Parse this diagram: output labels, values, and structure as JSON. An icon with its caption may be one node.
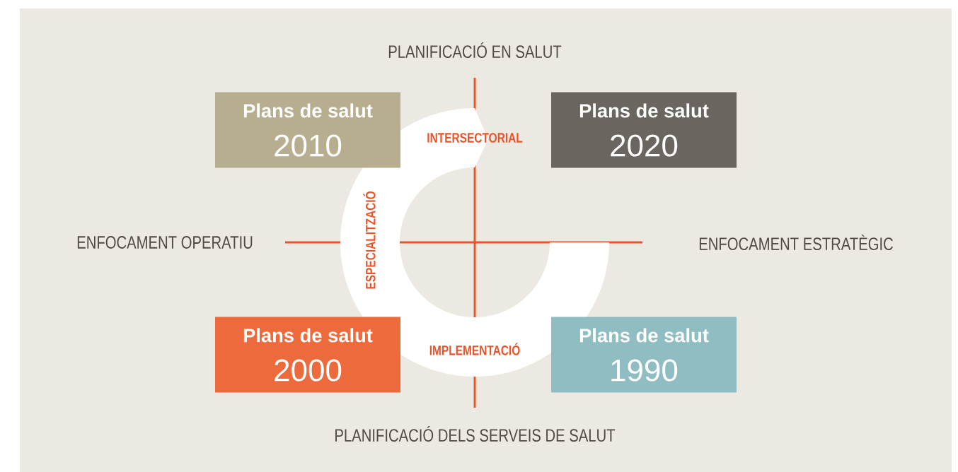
{
  "diagram": {
    "nodes": [
      {
        "text": [
          "Plans de salut",
          "2010"
        ]
      },
      {
        "text": [
          "Plans de salut",
          "2020"
        ]
      },
      {
        "text": [
          "Plans de salut",
          "2000"
        ]
      },
      {
        "text": [
          "Plans de salut",
          "1990"
        ]
      }
    ],
    "labels": [
      "PLANIFICACIÓ EN SALUT",
      "INTERSECTORIAL",
      "ENFOCAMENT OPERATIU",
      "ESPECIALITZACIÓ",
      "ENFOCAMENT ESTRATÈGIC",
      "IMPLEMENTACIÓ",
      "PLANIFICACIÓ DELS SERVEIS DE SALUT"
    ]
  }
}
